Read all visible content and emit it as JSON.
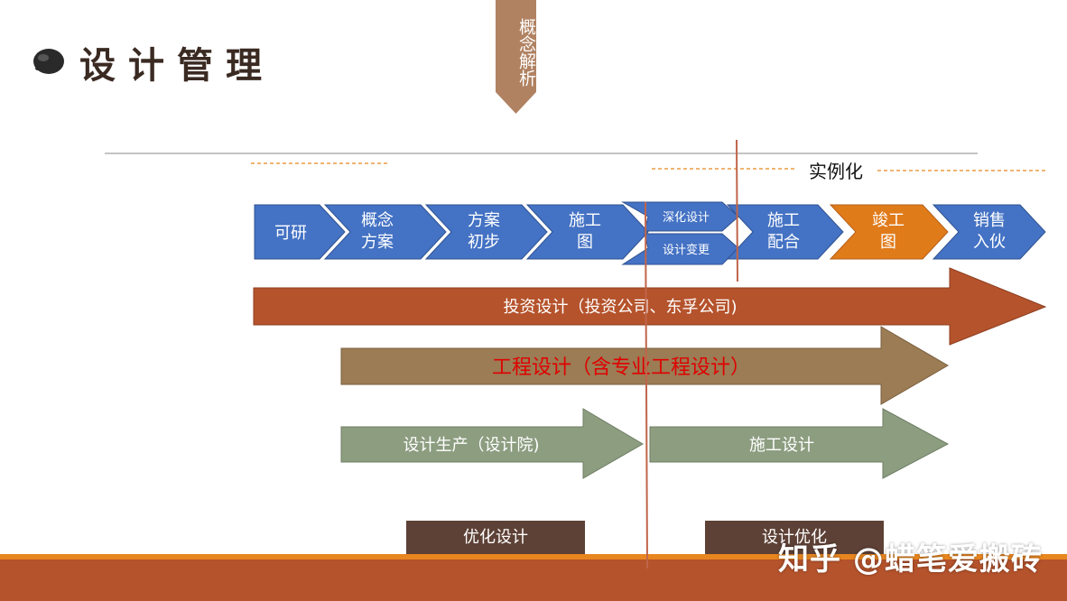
{
  "header": {
    "title": "设计管理",
    "tag": "概念解析"
  },
  "realization_label": "实例化",
  "stages": [
    {
      "label": "可研",
      "color": "#4472c4"
    },
    {
      "label": "概念\n方案",
      "color": "#4472c4"
    },
    {
      "label": "方案\n初步",
      "color": "#4472c4"
    },
    {
      "label": "施工\n图",
      "color": "#4472c4"
    },
    {
      "label_top": "深化设计",
      "label_bottom": "设计变更",
      "color": "#4472c4"
    },
    {
      "label": "施工\n配合",
      "color": "#4472c4"
    },
    {
      "label": "竣工\n图",
      "color": "#e07b1a"
    },
    {
      "label": "销售\n入伙",
      "color": "#4472c4"
    }
  ],
  "arrows": {
    "investment": {
      "label": "投资设计（投资公司、东孚公司)",
      "color": "#b5532c"
    },
    "engineering": {
      "label": "工程设计（含专业工程设计）",
      "color": "#9b7c54",
      "text_color": "#e00000"
    },
    "production": {
      "label": "设计生产（设计院)",
      "color": "#8c9d80"
    },
    "construction": {
      "label": "施工设计",
      "color": "#8c9d80"
    }
  },
  "boxes": {
    "optimize_left": "优化设计",
    "optimize_right": "设计优化"
  },
  "watermark": "知乎 @蜡笔爱搬砖",
  "colors": {
    "footer": "#b5532c",
    "footer_top": "#e8861f",
    "tag": "#b08262"
  }
}
